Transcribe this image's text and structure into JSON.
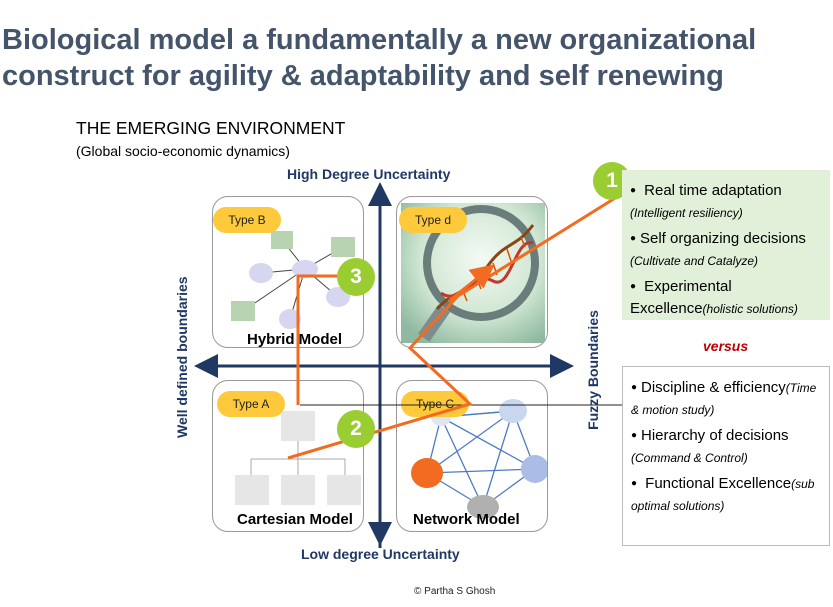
{
  "title_line1": "Biological model a fundamentally a new organizational",
  "title_line2": "construct for agility & adaptability and self renewing",
  "environment": {
    "heading": "THE EMERGING ENVIRONMENT",
    "subheading": "(Global socio-economic dynamics)"
  },
  "axes": {
    "top": "High Degree Uncertainty",
    "bottom": "Low degree Uncertainty",
    "left": "Well defined boundaries",
    "right": "Fuzzy Boundaries"
  },
  "quadrants": {
    "b": {
      "type": "Type B",
      "label": "Hybrid Model"
    },
    "d": {
      "type": "Type d",
      "label": ""
    },
    "a": {
      "type": "Type A",
      "label": "Cartesian Model"
    },
    "c": {
      "type": "Type C",
      "label": "Network Model"
    }
  },
  "badges": {
    "one": "1",
    "two": "2",
    "three": "3"
  },
  "biological": {
    "items": [
      {
        "main": " Real time adaptation",
        "sub": "(Intelligent resiliency)"
      },
      {
        "main": "Self organizing decisions",
        "sub": "(Cultivate and Catalyze)"
      },
      {
        "main": " Experimental Excellence",
        "sub": "(holistic solutions)"
      }
    ]
  },
  "versus": "versus",
  "traditional": {
    "items": [
      {
        "main": "Discipline & efficiency",
        "sub": "(Time & motion study)"
      },
      {
        "main": "Hierarchy of decisions",
        "sub": "(Command & Control)"
      },
      {
        "main": " Functional Excellence",
        "sub": "(sub optimal solutions)"
      }
    ]
  },
  "copyright": "© Partha S Ghosh",
  "colors": {
    "title": "#44546a",
    "axis": "#1f3864",
    "accent_orange": "#f26b21",
    "badge_green": "#9acd32",
    "type_pill": "#ffc93c",
    "versus": "#c00000",
    "green_box": "#e2efd9"
  }
}
